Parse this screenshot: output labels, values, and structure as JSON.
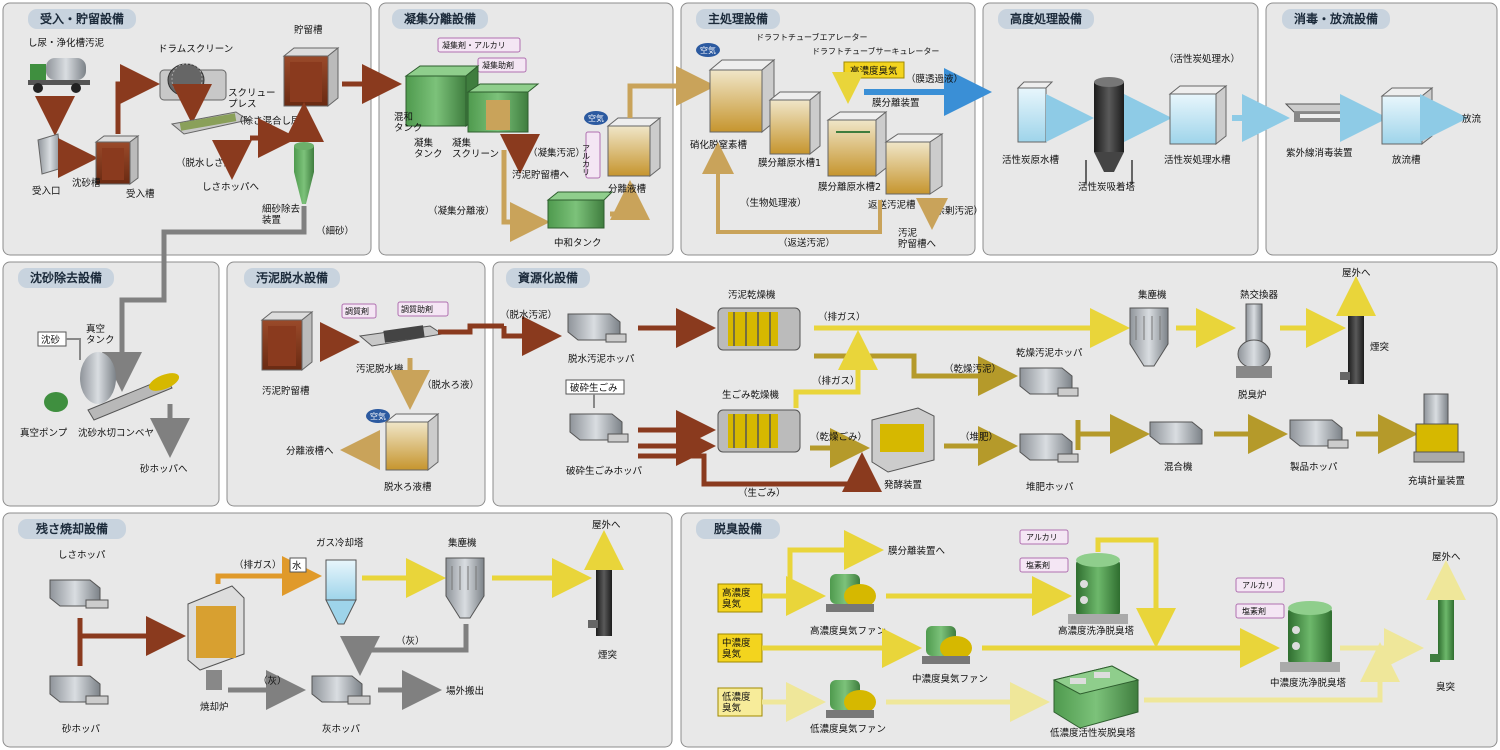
{
  "colors": {
    "panel": "#e8e8e8",
    "panel_border": "#8c8c8c",
    "title_tab": "#c8d3de",
    "brown": "#8a3a1e",
    "tan": "#c9a35a",
    "gray_flow": "#808080",
    "yellow": "#e9d53a",
    "olive": "#b59a2a",
    "blue": "#3a8fd6",
    "light_blue": "#8ecbe6",
    "orange": "#e09a2a",
    "pale_yellow": "#efe79a"
  },
  "sections": [
    {
      "id": "s1",
      "title": "受入・貯留設備"
    },
    {
      "id": "s2",
      "title": "凝集分離設備"
    },
    {
      "id": "s3",
      "title": "主処理設備"
    },
    {
      "id": "s4",
      "title": "高度処理設備"
    },
    {
      "id": "s5",
      "title": "消毒・放流設備"
    },
    {
      "id": "s6",
      "title": "沈砂除去設備"
    },
    {
      "id": "s7",
      "title": "汚泥脱水設備"
    },
    {
      "id": "s8",
      "title": "資源化設備"
    },
    {
      "id": "s9",
      "title": "残さ焼却設備"
    },
    {
      "id": "s10",
      "title": "脱臭設備"
    }
  ],
  "labels": {
    "s1": {
      "truck": "し尿・浄化槽汚泥",
      "drum": "ドラムスクリーン",
      "storage": "貯留槽",
      "screw": "スクリュー\nプレス",
      "remove": "（除さ混合し尿）",
      "dewater": "（脱水しさ）",
      "shisa": "しさホッパへ",
      "intake": "受入口",
      "grit_tank": "沈砂槽",
      "receiving": "受入槽",
      "fine_sand": "細砂除去\n装置",
      "sand": "（細砂）"
    },
    "s2": {
      "coag_alk": "凝集剤・アルカリ",
      "coag_aid": "凝集助剤",
      "mix": "混和\nタンク",
      "coag_tank": "凝集\nタンク",
      "coag_screen": "凝集\nスクリーン",
      "coag_sludge": "（凝集汚泥）",
      "sludge_storage": "汚泥貯留槽へ",
      "sep_liquid": "（凝集分離液）",
      "neutral": "中和タンク",
      "alkali": "アルカリ",
      "air": "空気",
      "sep_tank": "分離液槽"
    },
    "s3": {
      "air": "空気",
      "draft_aer": "ドラフトチューブエアレーター",
      "draft_circ": "ドラフトチューブサーキュレーター",
      "hi_odor": "高濃度臭気",
      "permeate": "（膜透過液）",
      "membrane": "膜分離装置",
      "nitri": "硝化脱窒素槽",
      "mem1": "膜分離原水槽1",
      "mem2": "膜分離原水槽2",
      "return_tank": "返送汚泥槽",
      "bio": "（生物処理液）",
      "excess": "（余剰汚泥）",
      "return_sludge": "（返送汚泥）",
      "sludge_to": "汚泥\n貯留槽へ"
    },
    "s4": {
      "activated_water": "（活性炭処理水）",
      "raw": "活性炭原水槽",
      "tower": "活性炭吸着塔",
      "treated": "活性炭処理水槽"
    },
    "s5": {
      "uv": "紫外線消毒装置",
      "discharge_tank": "放流槽",
      "discharge": "放流"
    },
    "s6": {
      "grit": "沈砂",
      "vacuum_tank": "真空\nタンク",
      "pump": "真空ポンプ",
      "conveyor": "沈砂水切コンベヤ",
      "sand_hopper": "砂ホッパへ"
    },
    "s7": {
      "conditioner": "調質剤",
      "aid": "調質助剤",
      "storage": "汚泥貯留槽",
      "machine": "汚泥脱水機",
      "filtrate": "（脱水ろ液）",
      "air": "空気",
      "sep": "分離液槽へ",
      "filtrate_tank": "脱水ろ液槽"
    },
    "s8": {
      "dewatered": "（脱水汚泥）",
      "sludge_hopper": "脱水汚泥ホッパ",
      "dryer": "汚泥乾燥機",
      "exhaust1": "（排ガス）",
      "dust": "集塵機",
      "heat_ex": "熱交換器",
      "outside": "屋外へ",
      "chimney": "煙突",
      "dry_sludge_hop": "乾燥汚泥ホッパ",
      "dry_sludge": "（乾燥汚泥）",
      "deodor_furnace": "脱臭炉",
      "crushed_garbage": "破砕生ごみ",
      "garbage_dryer": "生ごみ乾燥機",
      "exhaust2": "（排ガス）",
      "dry_garbage": "（乾燥ごみ）",
      "compost": "（堆肥）",
      "mixer": "混合機",
      "product_hopper": "製品ホッパ",
      "crushed_hopper": "破砕生ごみホッパ",
      "garbage": "（生ごみ）",
      "ferment": "発酵装置",
      "compost_hopper": "堆肥ホッパ",
      "packer": "充填計量装置"
    },
    "s9": {
      "shisa_hopper": "しさホッパ",
      "gas_cooler": "ガス冷却塔",
      "dust": "集塵機",
      "outside": "屋外へ",
      "water": "水",
      "exhaust": "（排ガス）",
      "ash1": "（灰）",
      "incinerator": "焼却炉",
      "chimney": "煙突",
      "sand_hopper": "砂ホッパ",
      "ash2": "（灰）",
      "ash_hopper": "灰ホッパ",
      "out": "場外搬出"
    },
    "s10": {
      "to_membrane": "膜分離装置へ",
      "alkali1": "アルカリ",
      "chlorine1": "塩素剤",
      "hi_odor": "高濃度\n臭気",
      "hi_fan": "高濃度臭気ファン",
      "hi_scrub": "高濃度洗浄脱臭塔",
      "alkali2": "アルカリ",
      "chlorine2": "塩素剤",
      "outside": "屋外へ",
      "mid_odor": "中濃度\n臭気",
      "mid_fan": "中濃度臭気ファン",
      "mid_scrub": "中濃度洗浄脱臭塔",
      "stack": "臭突",
      "lo_odor": "低濃度\n臭気",
      "lo_fan": "低濃度臭気ファン",
      "lo_carbon": "低濃度活性炭脱臭塔"
    }
  }
}
